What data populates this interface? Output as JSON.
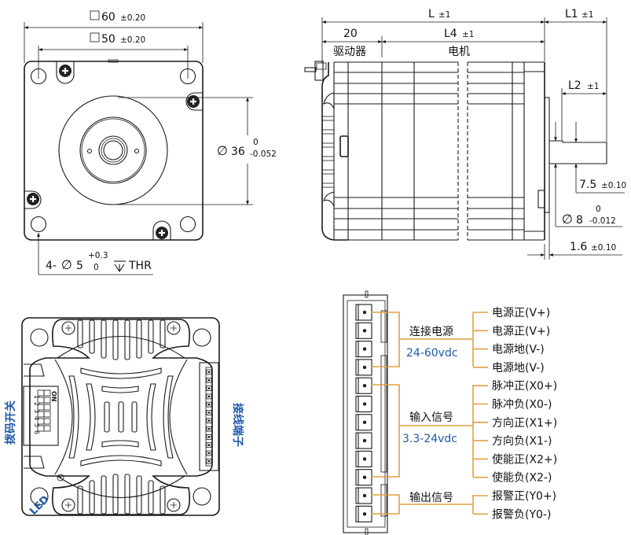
{
  "front_view": {
    "outer_square": {
      "symbol": "□",
      "value": "60",
      "tol": "±0.20"
    },
    "hole_pitch": {
      "symbol": "□",
      "value": "50",
      "tol": "±0.20"
    },
    "pilot_diameter": {
      "symbol": "∅",
      "value": "36",
      "tol_upper": "0",
      "tol_lower": "-0.052"
    },
    "mount_holes": {
      "prefix": "4-",
      "symbol": "∅",
      "value": "5",
      "tol_upper": "+0.3",
      "tol_lower": "0",
      "depth_symbol": "↧",
      "depth": "THR"
    }
  },
  "side_view": {
    "L": {
      "value": "L",
      "tol": "±1"
    },
    "L1": {
      "value": "L1",
      "tol": "±1"
    },
    "driver_len": {
      "value": "20",
      "label": "驱动器"
    },
    "L4": {
      "value": "L4",
      "tol": "±1",
      "label": "电机"
    },
    "L2": {
      "value": "L2",
      "tol": "±1"
    },
    "flat": {
      "value": "7.5",
      "tol": "±0.10"
    },
    "shaft": {
      "symbol": "∅",
      "value": "8",
      "tol_upper": "0",
      "tol_lower": "-0.012"
    },
    "boss": {
      "value": "1.6",
      "tol": "±0.10"
    }
  },
  "rear_view": {
    "dip_switch_label": "拨码开关",
    "terminal_label": "接线端子",
    "led_label": "LED",
    "dip_on": "ON",
    "dip_numbers": [
      "1",
      "2",
      "3",
      "4",
      "5",
      "6"
    ]
  },
  "wiring": {
    "groups": [
      {
        "name": "连接电源",
        "voltage": "24-60vdc"
      },
      {
        "name": "输入信号",
        "voltage": "3.3-24vdc"
      },
      {
        "name": "输出信号",
        "voltage": ""
      }
    ],
    "pins": [
      "电源正(V+)",
      "电源正(V+)",
      "电源地(V-)",
      "电源地(V-)",
      "脉冲正(X0+)",
      "脉冲负(X0-)",
      "方向正(X1+)",
      "方向负(X1-)",
      "使能正(X2+)",
      "使能负(X2-)",
      "报警正(Y0+)",
      "报警负(Y0-)"
    ],
    "colors": {
      "wire": "#e0a040",
      "voltage_text": "#1f5aa6"
    }
  }
}
